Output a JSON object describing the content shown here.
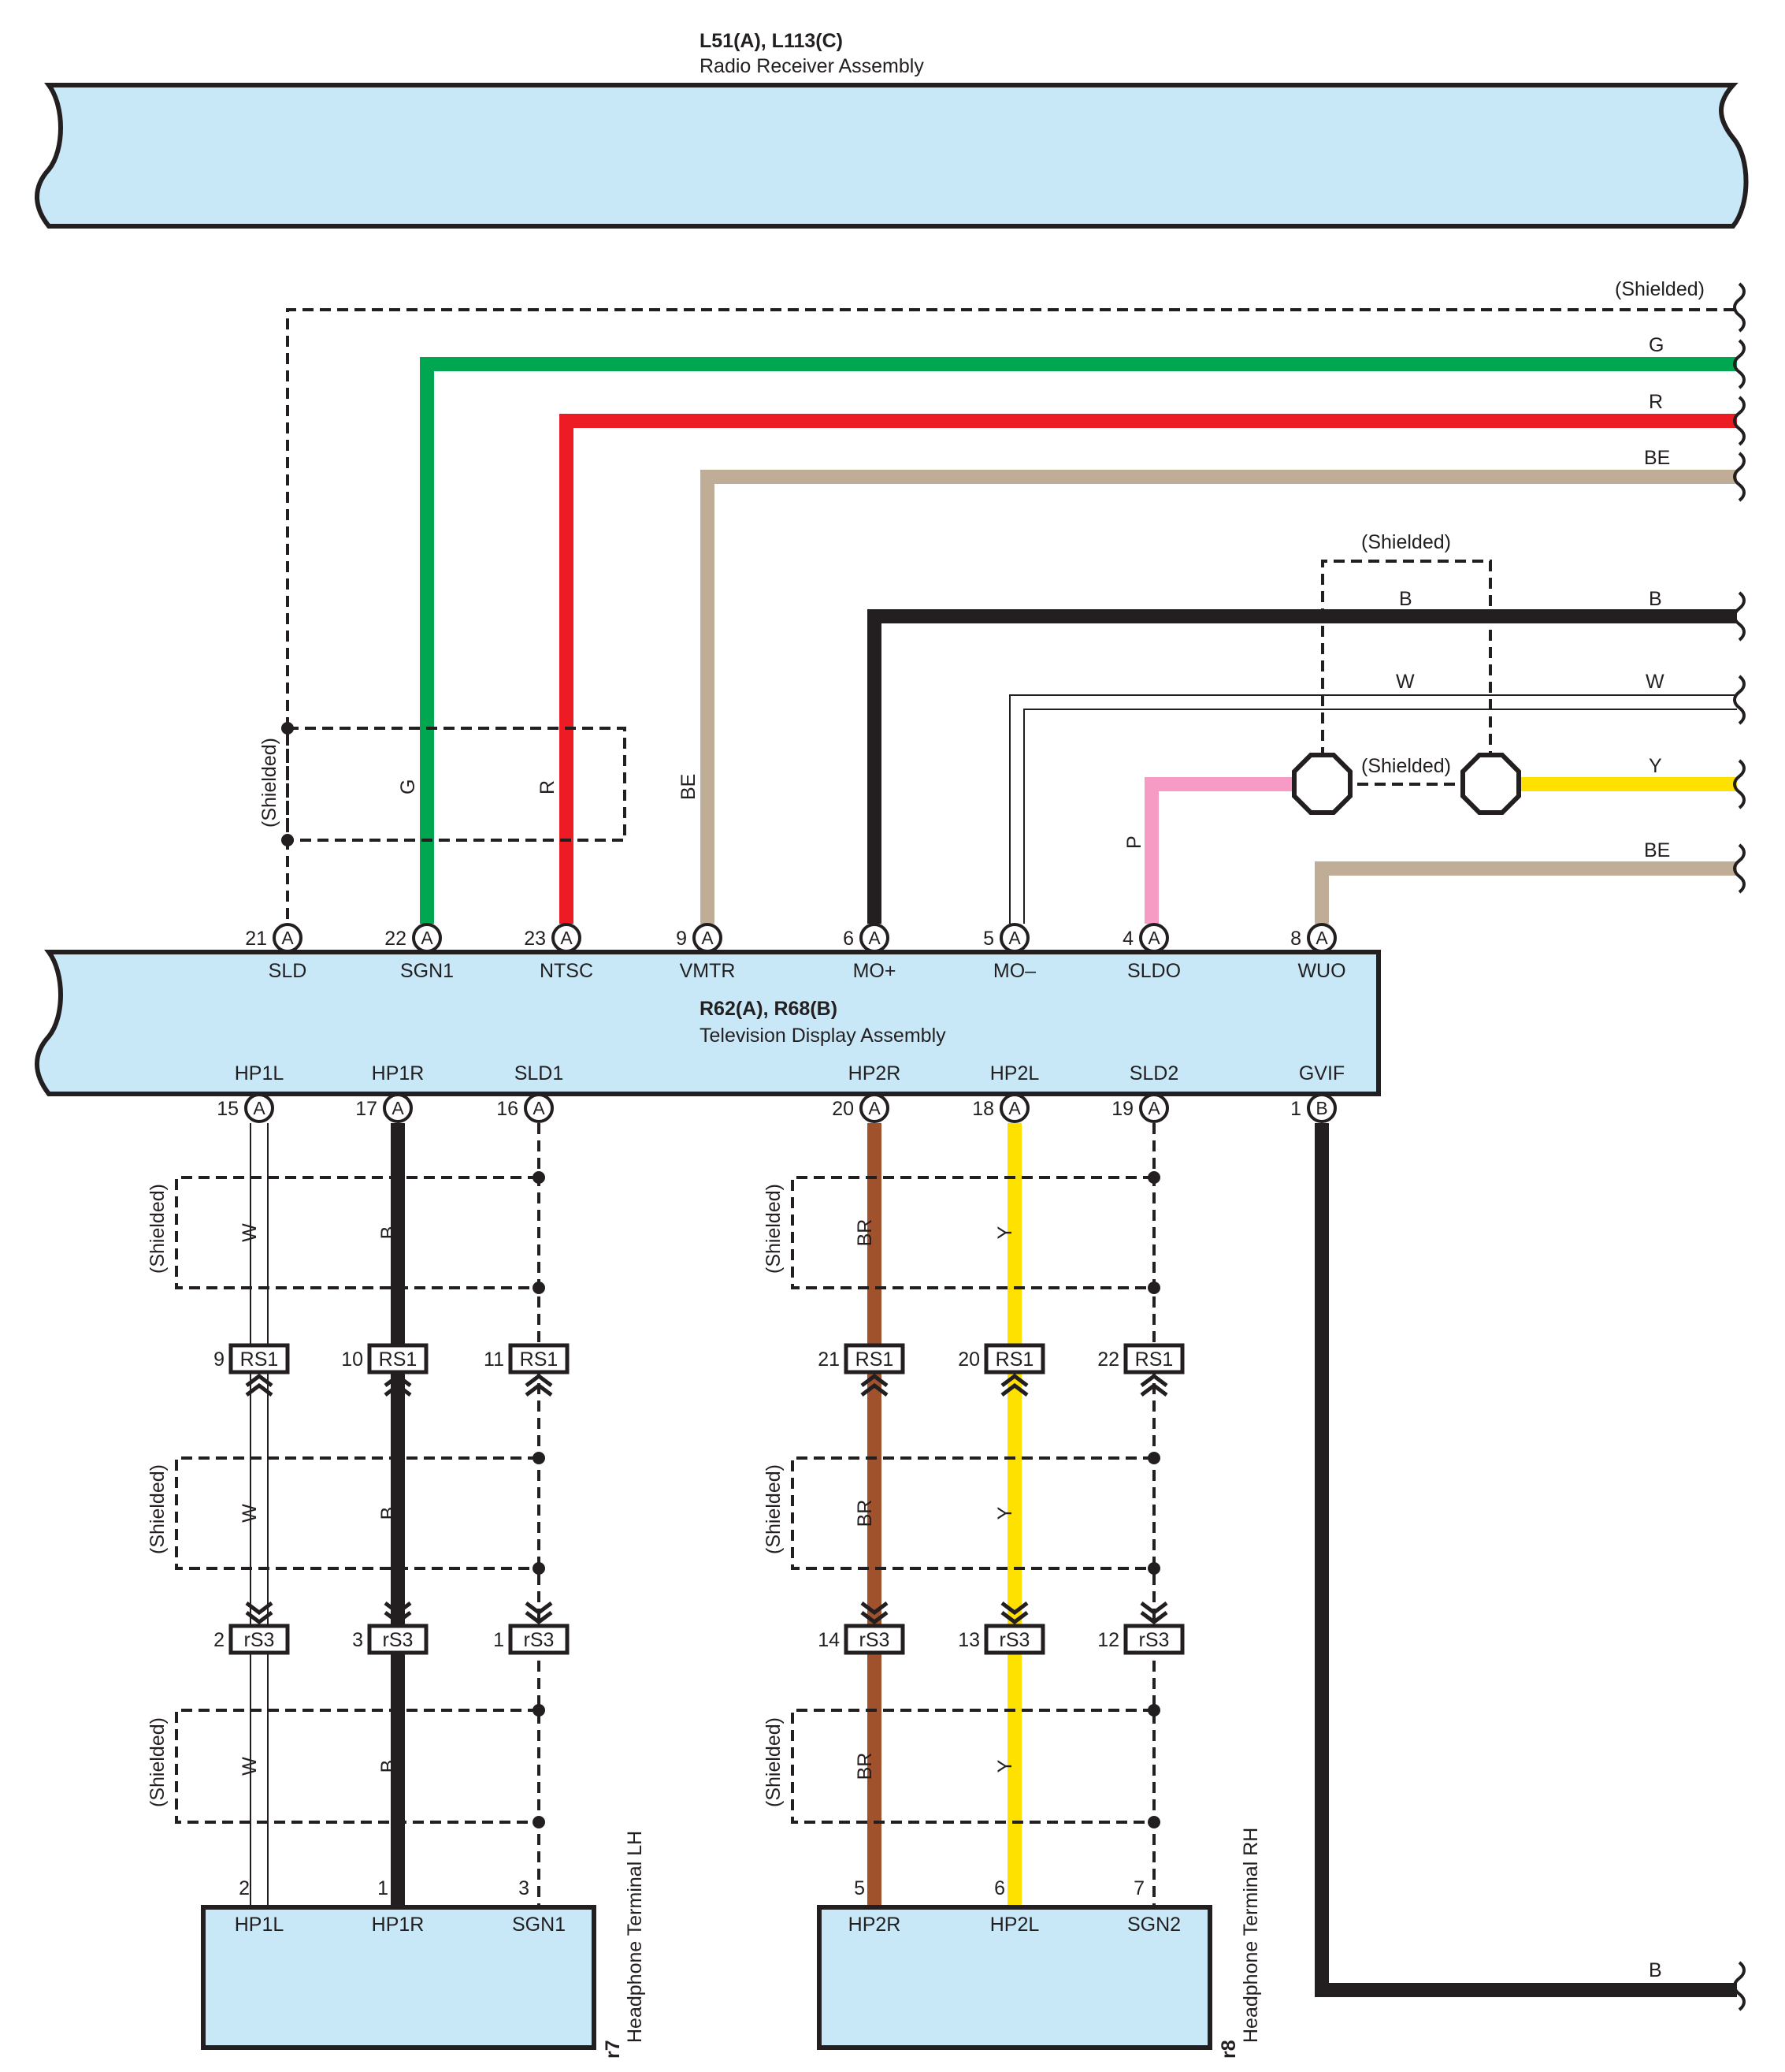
{
  "colors": {
    "G": "#00a650",
    "R": "#ed1c24",
    "BE": "#bfad98",
    "B": "#231f20",
    "W": "#ffffff",
    "Y": "#ffe100",
    "P": "#f59bc4",
    "BR": "#a0522d",
    "box_fill": "#c8e8f8"
  },
  "radio": {
    "id": "L51(A), L113(C)",
    "name": "Radio Receiver Assembly"
  },
  "tv": {
    "id": "R62(A), R68(B)",
    "name": "Television Display Assembly"
  },
  "hp_lh": {
    "id": "r7",
    "name": "Headphone Terminal LH"
  },
  "hp_rh": {
    "id": "r8",
    "name": "Headphone Terminal RH"
  },
  "shielded": "(Shielded)",
  "tv_top_pins": [
    {
      "num": "21",
      "conn": "A",
      "name": "SLD"
    },
    {
      "num": "22",
      "conn": "A",
      "name": "SGN1"
    },
    {
      "num": "23",
      "conn": "A",
      "name": "NTSC"
    },
    {
      "num": "9",
      "conn": "A",
      "name": "VMTR"
    },
    {
      "num": "6",
      "conn": "A",
      "name": "MO+"
    },
    {
      "num": "5",
      "conn": "A",
      "name": "MO–"
    },
    {
      "num": "4",
      "conn": "A",
      "name": "SLDO"
    },
    {
      "num": "8",
      "conn": "A",
      "name": "WUO"
    }
  ],
  "tv_bottom_pins": [
    {
      "num": "15",
      "conn": "A",
      "name": "HP1L"
    },
    {
      "num": "17",
      "conn": "A",
      "name": "HP1R"
    },
    {
      "num": "16",
      "conn": "A",
      "name": "SLD1"
    },
    {
      "num": "20",
      "conn": "A",
      "name": "HP2R"
    },
    {
      "num": "18",
      "conn": "A",
      "name": "HP2L"
    },
    {
      "num": "19",
      "conn": "A",
      "name": "SLD2"
    },
    {
      "num": "1",
      "conn": "B",
      "name": "GVIF"
    }
  ],
  "right_wire_labels": [
    "G",
    "R",
    "BE",
    "B",
    "W",
    "Y",
    "BE",
    "B"
  ],
  "mid_labels": {
    "b": "B",
    "w": "W",
    "p": "P"
  },
  "vertical_wire_labels": {
    "g": "G",
    "r": "R",
    "be": "BE"
  },
  "rs1": {
    "name": "RS1",
    "pins": [
      "9",
      "10",
      "11",
      "21",
      "20",
      "22"
    ]
  },
  "rs3": {
    "name": "rS3",
    "pins": [
      "2",
      "3",
      "1",
      "14",
      "13",
      "12"
    ]
  },
  "lower_wire_colors": [
    "W",
    "B",
    "BR",
    "Y"
  ],
  "hp_lh_pins": [
    {
      "num": "2",
      "name": "HP1L"
    },
    {
      "num": "1",
      "name": "HP1R"
    },
    {
      "num": "3",
      "name": "SGN1"
    }
  ],
  "hp_rh_pins": [
    {
      "num": "5",
      "name": "HP2R"
    },
    {
      "num": "6",
      "name": "HP2L"
    },
    {
      "num": "7",
      "name": "SGN2"
    }
  ]
}
